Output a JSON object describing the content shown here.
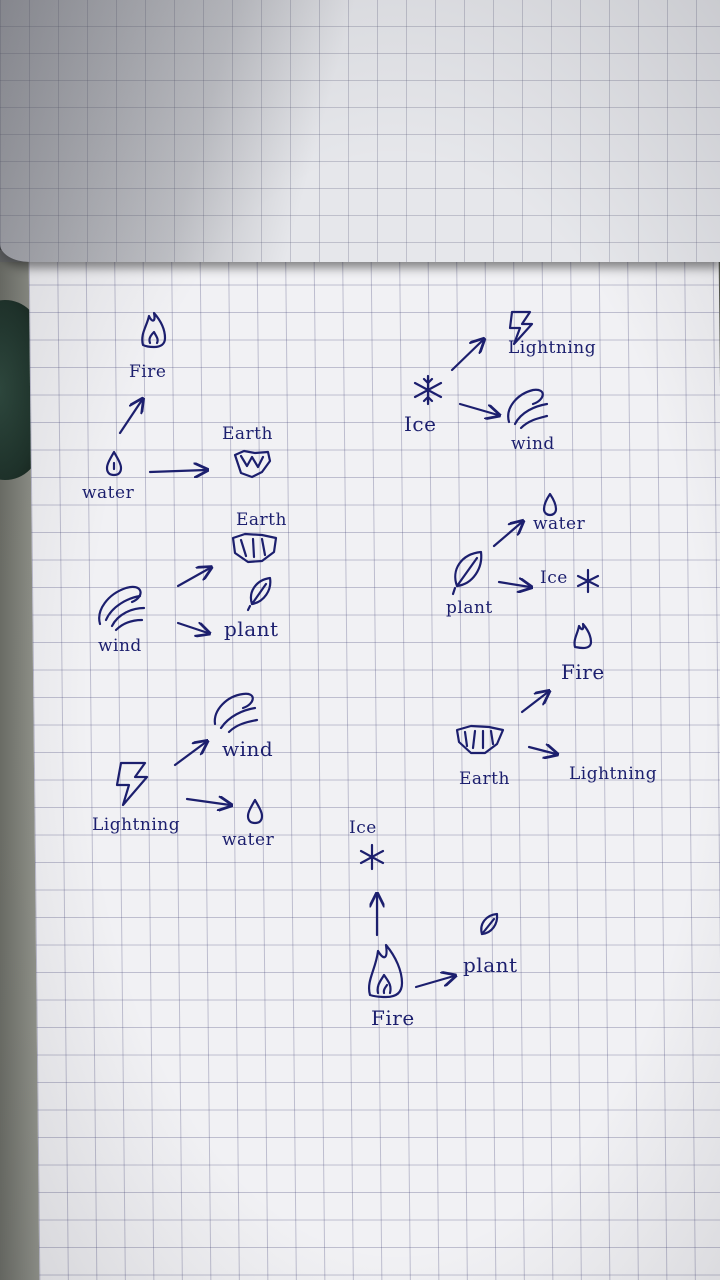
{
  "ink_color": "#1c1f6e",
  "paper_color": "#f1f1f4",
  "labels": {
    "fire_1": "Fire",
    "water_1": "water",
    "earth_1": "Earth",
    "earth_2": "Earth",
    "wind_1": "wind",
    "plant_1": "plant",
    "wind_2": "wind",
    "lightning_1": "Lightning",
    "water_2": "water",
    "ice_1": "Ice",
    "lightning_2": "Lightning",
    "wind_3": "wind",
    "water_3": "water",
    "plant_2": "plant",
    "ice_2": "Ice",
    "fire_2": "Fire",
    "earth_3": "Earth",
    "lightning_3": "Lightning",
    "ice_3": "Ice",
    "fire_3": "Fire",
    "plant_3": "plant"
  },
  "relations": [
    {
      "from": "water",
      "to": "Fire"
    },
    {
      "from": "water",
      "to": "Earth"
    },
    {
      "from": "wind",
      "to": "Earth"
    },
    {
      "from": "wind",
      "to": "plant"
    },
    {
      "from": "Lightning",
      "to": "wind"
    },
    {
      "from": "Lightning",
      "to": "water"
    },
    {
      "from": "Ice",
      "to": "Lightning"
    },
    {
      "from": "Ice",
      "to": "wind"
    },
    {
      "from": "plant",
      "to": "water"
    },
    {
      "from": "plant",
      "to": "Ice"
    },
    {
      "from": "Earth",
      "to": "Fire"
    },
    {
      "from": "Earth",
      "to": "Lightning"
    },
    {
      "from": "Fire",
      "to": "Ice"
    },
    {
      "from": "Fire",
      "to": "plant"
    }
  ]
}
